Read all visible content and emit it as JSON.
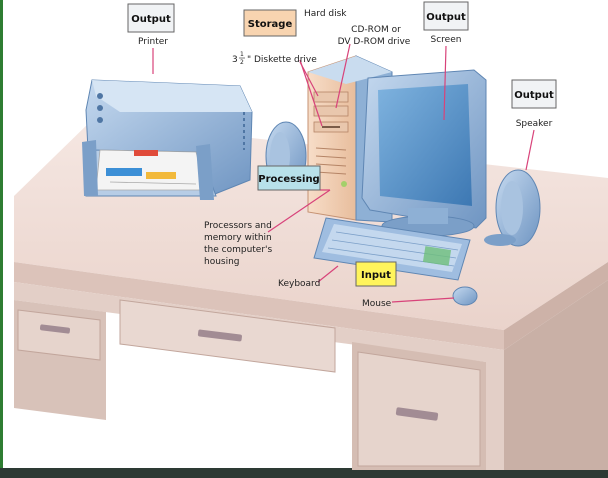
{
  "labels": {
    "output_printer_box": "Output",
    "printer": "Printer",
    "storage_box": "Storage",
    "hard_disk": "Hard disk",
    "cd_rom_line1": "CD-ROM or",
    "cd_rom_line2": "DV D-ROM drive",
    "diskette_prefix": "3",
    "diskette_fraction_top": "1",
    "diskette_fraction_bottom": "2",
    "diskette_suffix": "\" Diskette drive",
    "output_screen_box": "Output",
    "screen": "Screen",
    "output_speaker_box": "Output",
    "speaker": "Speaker",
    "processing_box": "Processing",
    "processors_line1": "Processors and",
    "processors_line2": "memory within",
    "processors_line3": "the computer's",
    "processors_line4": "housing",
    "input_box": "Input",
    "keyboard": "Keyboard",
    "mouse": "Mouse"
  },
  "colors": {
    "background": "#ffffff",
    "left_border": "#2e7d32",
    "bottom_bar": "#2d3a34",
    "desk_top": "#efdcd6",
    "desk_front": "#e3cfc7",
    "desk_leg": "#d8c2b9",
    "desk_shadow": "#c9b0a6",
    "device_blue": "#8fb1d6",
    "device_blue_dark": "#5f86b3",
    "device_blue_light": "#c7dbef",
    "case_peach": "#f3d2b8",
    "screen_blue": "#5a93c7",
    "storage_box_fill": "#f8d4b0",
    "processing_box_fill": "#b8e1ea",
    "input_box_fill": "#fff45c",
    "output_box_fill": "#f1f3f5",
    "leader_line": "#d8437a"
  }
}
